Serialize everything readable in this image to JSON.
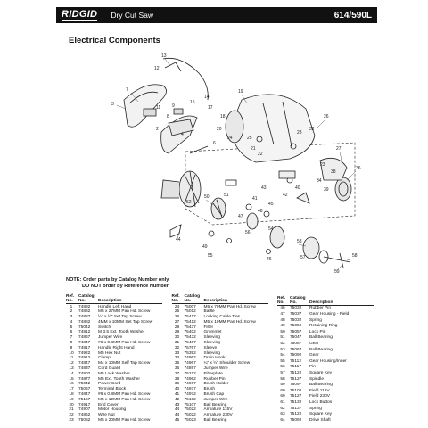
{
  "header": {
    "brand": "RIDGID",
    "product": "Dry Cut Saw",
    "model": "614/590L"
  },
  "section_title": "Electrical Components",
  "callouts": [
    "13",
    "12",
    "7",
    "3",
    "15",
    "14",
    "11",
    "19",
    "9",
    "8",
    "2",
    "4",
    "17",
    "18",
    "20",
    "24",
    "6",
    "25",
    "21",
    "22",
    "26",
    "32",
    "28",
    "27",
    "23",
    "38",
    "34",
    "36",
    "39",
    "40",
    "42",
    "41",
    "43",
    "45",
    "48",
    "47",
    "50",
    "51",
    "44",
    "49",
    "52",
    "55",
    "56",
    "54",
    "46",
    "53",
    "57",
    "58",
    "59"
  ],
  "note": {
    "line1": "NOTE: Order parts by Catalog Number only.",
    "line2": "DO NOT order by Reference Number."
  },
  "headers": {
    "ref": "Ref. No.",
    "catalog": "Catalog No.",
    "description": "Description"
  },
  "parts": [
    [
      {
        "ref": "1",
        "cat": "74892",
        "desc": "Handle Left Hand"
      },
      {
        "ref": "2",
        "cat": "74882",
        "desc": "M5 x 27MM Pan Hd. Screw"
      },
      {
        "ref": "3",
        "cat": "74887",
        "desc": "½\" x ½\" Set Tap Screw"
      },
      {
        "ref": "4",
        "cat": "74882",
        "desc": "4MM x 10MM Set Tap Screw"
      },
      {
        "ref": "5",
        "cat": "75042",
        "desc": "Switch"
      },
      {
        "ref": "6",
        "cat": "74812",
        "desc": "M 3.5 Ext. Tooth Washer"
      },
      {
        "ref": "7",
        "cat": "74867",
        "desc": "Jumper Wire"
      },
      {
        "ref": "8",
        "cat": "74847",
        "desc": "#6 x 0.8MM Pan Hd. Screw"
      },
      {
        "ref": "9",
        "cat": "74817",
        "desc": "Handle Right Hand"
      },
      {
        "ref": "10",
        "cat": "74922",
        "desc": "M5 Hex Nut"
      },
      {
        "ref": "11",
        "cat": "74912",
        "desc": "Clamp"
      },
      {
        "ref": "12",
        "cat": "74847",
        "desc": "M4 x 10MM Self Tap Screw"
      },
      {
        "ref": "13",
        "cat": "74837",
        "desc": "Cord Guard"
      },
      {
        "ref": "14",
        "cat": "74902",
        "desc": "M5 Lock Washer"
      },
      {
        "ref": "15",
        "cat": "74877",
        "desc": "M5 Ext. Tooth Washer"
      },
      {
        "ref": "16",
        "cat": "75042",
        "desc": "Power Cord"
      },
      {
        "ref": "17",
        "cat": "75067",
        "desc": "Terminal Block"
      },
      {
        "ref": "18",
        "cat": "74847",
        "desc": "#6 x 0.8MM Pan Hd. Screw"
      },
      {
        "ref": "19",
        "cat": "75167",
        "desc": "M5 x 12MM Pan Hd. Screw"
      },
      {
        "ref": "20",
        "cat": "74917",
        "desc": "End Cover"
      },
      {
        "ref": "21",
        "cat": "74907",
        "desc": "Motor Housing"
      },
      {
        "ref": "22",
        "cat": "74862",
        "desc": "Wire Nut"
      },
      {
        "ref": "23",
        "cat": "75082",
        "desc": "M5 x 20MM Pan Hd. Screw"
      }
    ],
    [
      {
        "ref": "24",
        "cat": "75007",
        "desc": "M5 x 70MM Pan Hd. Screw"
      },
      {
        "ref": "25",
        "cat": "75012",
        "desc": "Baffle"
      },
      {
        "ref": "26",
        "cat": "75417",
        "desc": "Locking Cable Ties"
      },
      {
        "ref": "27",
        "cat": "75412",
        "desc": "M5 x 10MM Pan Hd. Screw"
      },
      {
        "ref": "28",
        "cat": "75437",
        "desc": "Filter"
      },
      {
        "ref": "29",
        "cat": "75402",
        "desc": "Grommet"
      },
      {
        "ref": "30",
        "cat": "75432",
        "desc": "Sleeving"
      },
      {
        "ref": "31",
        "cat": "75407",
        "desc": "Sleeving"
      },
      {
        "ref": "32",
        "cat": "75767",
        "desc": "Sleeve"
      },
      {
        "ref": "33",
        "cat": "75392",
        "desc": "Sleeving"
      },
      {
        "ref": "34",
        "cat": "74962",
        "desc": "Drain Hook"
      },
      {
        "ref": "35",
        "cat": "74967",
        "desc": "¼\" x ½\" Shoulder Screw"
      },
      {
        "ref": "36",
        "cat": "74897",
        "desc": "Jumper Wire"
      },
      {
        "ref": "37",
        "cat": "75212",
        "desc": "Fiberplate"
      },
      {
        "ref": "38",
        "cat": "74962",
        "desc": "Rubber Pin"
      },
      {
        "ref": "39",
        "cat": "74967",
        "desc": "Brush Holder"
      },
      {
        "ref": "40",
        "cat": "74977",
        "desc": "Brush"
      },
      {
        "ref": "41",
        "cat": "74972",
        "desc": "Brush Cap"
      },
      {
        "ref": "42",
        "cat": "75162",
        "desc": "Jumper Wire"
      },
      {
        "ref": "43",
        "cat": "75107",
        "desc": "Ball Bearing"
      },
      {
        "ref": "44",
        "cat": "75022",
        "desc": "Armature 115V"
      },
      {
        "ref": "44",
        "cat": "75022",
        "desc": "Armature 230V"
      },
      {
        "ref": "45",
        "cat": "75023",
        "desc": "Ball Bearing"
      }
    ],
    [
      {
        "ref": "46",
        "cat": "75032",
        "desc": "Rubber Pin"
      },
      {
        "ref": "47",
        "cat": "75037",
        "desc": "Gear Housing - Field"
      },
      {
        "ref": "48",
        "cat": "75032",
        "desc": "Spring"
      },
      {
        "ref": "49",
        "cat": "75052",
        "desc": "Retaining Ring"
      },
      {
        "ref": "50",
        "cat": "75057",
        "desc": "Lock Pin"
      },
      {
        "ref": "51",
        "cat": "75047",
        "desc": "Ball Bearing"
      },
      {
        "ref": "52",
        "cat": "75087",
        "desc": "Gear"
      },
      {
        "ref": "53",
        "cat": "75067",
        "desc": "Ball Bearing"
      },
      {
        "ref": "54",
        "cat": "75092",
        "desc": "Gear"
      },
      {
        "ref": "55",
        "cat": "75112",
        "desc": "Gear Housing/Inner"
      },
      {
        "ref": "56",
        "cat": "75117",
        "desc": "Pin"
      },
      {
        "ref": "57",
        "cat": "75122",
        "desc": "Square Key"
      },
      {
        "ref": "58",
        "cat": "75127",
        "desc": "Spindle"
      },
      {
        "ref": "59",
        "cat": "75097",
        "desc": "Ball Bearing"
      },
      {
        "ref": "60",
        "cat": "75102",
        "desc": "Field 115V"
      },
      {
        "ref": "60",
        "cat": "75127",
        "desc": "Field 230V"
      },
      {
        "ref": "61",
        "cat": "75132",
        "desc": "Lock Button"
      },
      {
        "ref": "62",
        "cat": "75137",
        "desc": "Spring"
      },
      {
        "ref": "63",
        "cat": "75122",
        "desc": "Square Key"
      },
      {
        "ref": "64",
        "cat": "75092",
        "desc": "Drive Shaft"
      }
    ]
  ]
}
